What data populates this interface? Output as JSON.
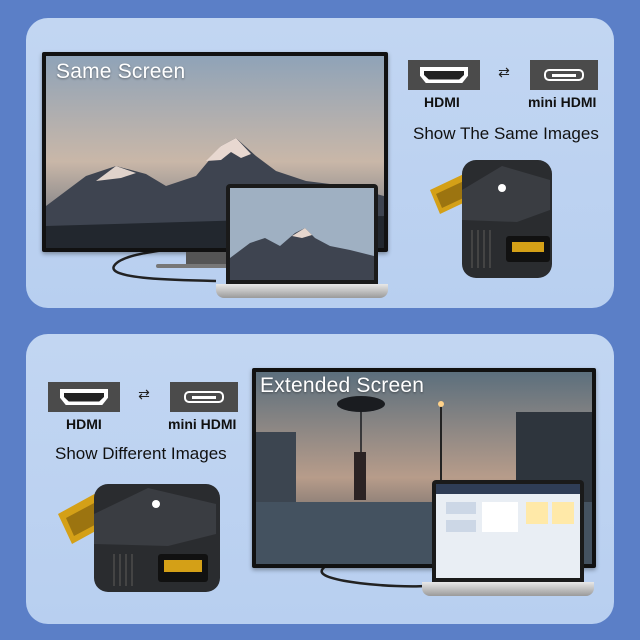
{
  "top_panel": {
    "tv_caption": "Same Screen",
    "left_port_label": "HDMI",
    "right_port_label": "mini HDMI",
    "arrows": "⇄",
    "description": "Show The Same Images"
  },
  "bottom_panel": {
    "tv_caption": "Extended Screen",
    "left_port_label": "HDMI",
    "right_port_label": "mini HDMI",
    "arrows": "⇄",
    "description": "Show Different Images"
  },
  "icons": [
    "hdmi-port-icon",
    "mini-hdmi-port-icon",
    "two-way-arrows-icon"
  ],
  "colors": {
    "background": "#5b7fc7",
    "panel": "#c2d6f2",
    "port_box": "#4b4b4b",
    "adapter_body": "#2a2c2f",
    "connector_gold": "#d4a017"
  }
}
